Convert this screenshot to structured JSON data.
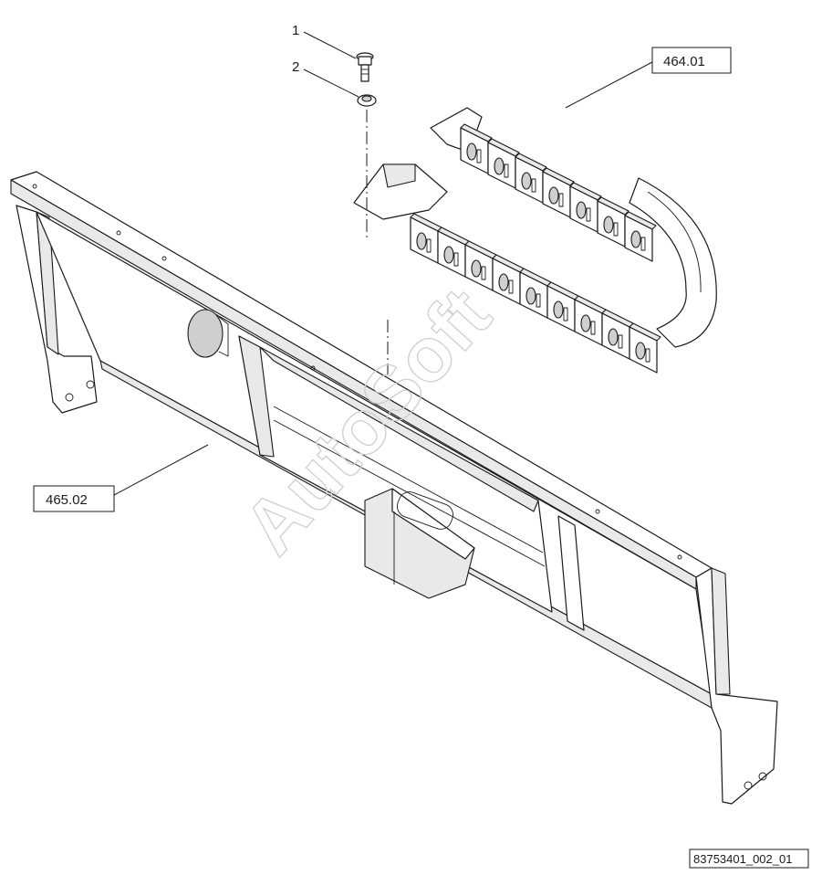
{
  "callouts": {
    "item_1": "1",
    "item_2": "2",
    "ref_chain": "464.01",
    "ref_frame": "465.02"
  },
  "watermark": "AutoSoft",
  "drawing_id": "83753401_002_01"
}
